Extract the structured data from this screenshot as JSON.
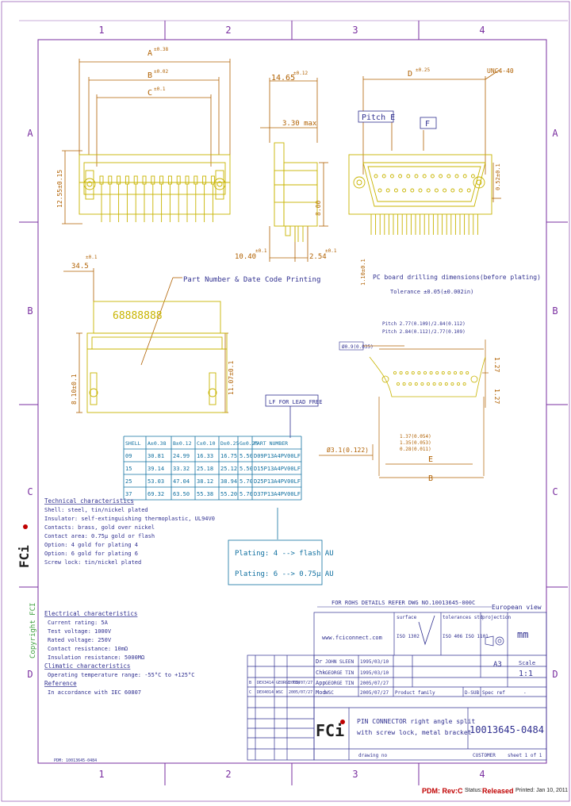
{
  "grid": {
    "columns": [
      "1",
      "2",
      "3",
      "4"
    ],
    "rows": [
      "A",
      "B",
      "C",
      "D"
    ]
  },
  "views": {
    "top": {
      "dim_a": "A",
      "dim_a_tol": "±0.38",
      "dim_b": "B",
      "dim_b_tol": "±0.02",
      "dim_c": "C",
      "dim_c_tol": "±0.1",
      "dim_height": "12.55±0.15"
    },
    "side": {
      "dim_width": "14.65",
      "dim_width_tol": "±0.12",
      "dim_max": "3.30 max",
      "dim_vertical": "8.00",
      "dim_pin_offset": "10.40",
      "dim_pin_offset_tol": "±0.1",
      "dim_pitch": "2.54",
      "dim_pitch_tol": "±0.1"
    },
    "front": {
      "dim_d": "D",
      "dim_d_tol": "±0.25",
      "dim_thread": "UNC4-40",
      "pitch_e": "Pitch E",
      "pitch_f": "F",
      "dim_vertical": "0.52±0.1",
      "dim_edge": "1.10±0.1"
    },
    "drill": {
      "title": "PC board drilling dimensions(before plating)",
      "note": "Tolerance ±0.05(±0.002in)",
      "pitch_1": "Pitch 2.77(0.109)/2.84(0.112)",
      "pitch_2": "Pitch 2.84(0.112)/2.77(0.109)",
      "hole_1": "Ø0.9(0.035)",
      "hole_2": "Ø3.1(0.122)",
      "dim_right": "1.27",
      "dim_right_2": "1.27",
      "dim_e": "E",
      "dim_b": "B",
      "small_1": "1.37(0.054)",
      "small_2": "1.35(0.053)",
      "small_3": "0.28(0.011)"
    },
    "bottom": {
      "dim_left": "34.5",
      "dim_left_tol": "±0.1",
      "dim_height": "8.10±0.1",
      "dim_right": "11.07±0.1",
      "marking": "Part Number & Date Code Printing",
      "code": "68888888",
      "lead_free": "LF FOR LEAD FREE"
    }
  },
  "table": {
    "headers": [
      "SHELL",
      "A±0.38",
      "B±0.12",
      "C±0.10",
      "D±0.25",
      "G±0.25",
      "PART NUMBER"
    ],
    "rows": [
      [
        "09",
        "30.81",
        "24.99",
        "16.33",
        "16.75",
        "5.50",
        "D09P13A4PV00LF"
      ],
      [
        "15",
        "39.14",
        "33.32",
        "25.18",
        "25.12",
        "5.50",
        "D15P13A4PV00LF"
      ],
      [
        "25",
        "53.03",
        "47.04",
        "38.12",
        "38.94",
        "5.70",
        "D25P13A4PV00LF"
      ],
      [
        "37",
        "69.32",
        "63.50",
        "55.38",
        "55.20",
        "5.70",
        "D37P13A4PV00LF"
      ]
    ]
  },
  "plating": {
    "line_1": "Plating: 4 --> flash AU",
    "line_2": "Plating: 6 --> 0.75µ AU"
  },
  "notes": {
    "title": "Technical characteristics",
    "lines": [
      "Shell: steel, tin/nickel plated",
      "Insulator: self-extinguishing thermoplastic, UL94V0",
      "Contacts: brass, gold over nickel",
      "Contact area: 0.75µ gold or flash",
      "Option: 4  gold for plating 4",
      "Option: 6  gold for plating 6",
      "Screw lock: tin/nickel plated"
    ],
    "electrical_title": "Electrical characteristics",
    "electrical": [
      "Current rating: 5A",
      "Test voltage: 1000V",
      "Rated voltage: 250V",
      "Contact resistance: 10mΩ",
      "Insulation resistance: 5000MΩ"
    ],
    "climatic_title": "Climatic characteristics",
    "climatic": [
      "Operating temperature range: -55°C to +125°C"
    ],
    "ref_title": "Reference",
    "ref": [
      "In accordance with IEC 60807"
    ]
  },
  "copyright": "Copyright FCI",
  "rohs": "FOR ROHS DETAILS REFER DWG NO.10013645-000C",
  "european_view": "European view",
  "title_block": {
    "website": "www.fciconnect.com",
    "surface_label": "surface",
    "surface_std": "ISO 1302",
    "tolerance_label": "tolerances std",
    "tolerance_std": "ISO 406 ISO 1101",
    "projection_label": "projection",
    "units": "mm",
    "size": "A3",
    "scale_label": "Scale",
    "scale": "1:1",
    "dr_label": "Dr",
    "dr_name": "JOHN SLEEN",
    "dr_date": "1995/03/10",
    "chk_label": "Chk",
    "chk_name": "GEORGE TIN",
    "chk_date": "1995/03/10",
    "app_label": "App",
    "app_name": "GEORGE TIN",
    "app_date": "2005/07/27",
    "mod_label": "Mod",
    "mod_name": "WSC",
    "mod_date": "2005/07/27",
    "product_family": "Product family",
    "family": "D-SUB",
    "spec_label": "Spec ref",
    "spec": "-",
    "rev_rows": [
      [
        "B",
        "DEX3414",
        "GEORGE TIN",
        "2005/07/27"
      ],
      [
        "C",
        "DEX4014",
        "WSC",
        "2005/07/27"
      ]
    ],
    "title_1": "PIN CONNECTOR right angle split",
    "title_2": "with screw lock, metal bracket",
    "drawing_no": "10013645-0484",
    "customer_label": "CUSTOMER",
    "sheet_label": "sheet 1 of 1",
    "drawing_label": "drawing no"
  },
  "footer": {
    "pdm_label": "PDM: Rev:C",
    "status_prefix": "Status:",
    "status": "Released",
    "printed": "Printed: Jan 10, 2011",
    "bottom_left": "PDM: 10013645-0484"
  },
  "colors": {
    "frame": "#7a2fa0",
    "drawing": "#c8b400",
    "dim": "#b06000",
    "annot": "#303090",
    "table": "#1070a0",
    "accent": "#c00000"
  }
}
